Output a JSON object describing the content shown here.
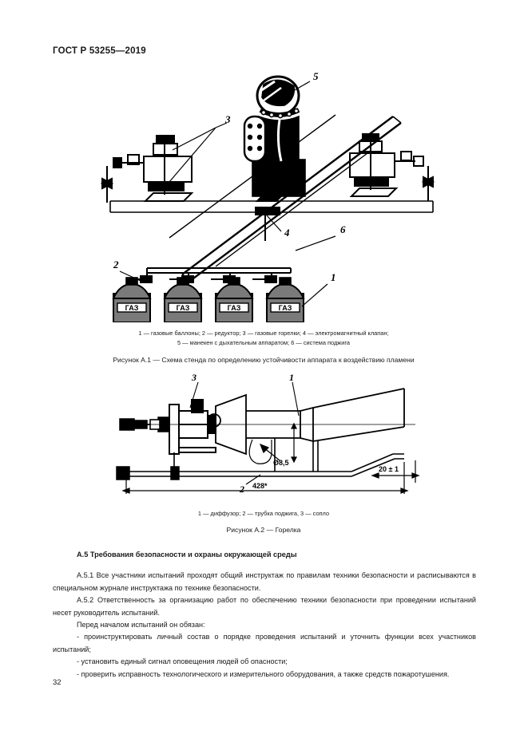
{
  "header": {
    "standard_number": "ГОСТ Р 53255—2019"
  },
  "page_number": "32",
  "figure1": {
    "name": "test-stand-scheme",
    "callouts": [
      "1",
      "2",
      "3",
      "4",
      "5",
      "6"
    ],
    "cylinder_label": "ГАЗ",
    "cylinder_count": 4,
    "legend": "1 — газовые баллоны; 2 — редуктор; 3 — газовые горелки; 4 — электромагнитный клапан; 5 — манекен с дыхательным аппаратом; 6 — система поджига",
    "legend_line1": "1 — газовые баллоны; 2 — редуктор; 3 — газовые горелки; 4 — электромагнитный клапан;",
    "legend_line2": "5 — манекен с дыхательным аппаратом; 6 — система поджига",
    "caption": "Рисунок А.1 — Схема стенда по определению устойчивости аппарата к воздействию пламени"
  },
  "figure2": {
    "name": "burner-drawing",
    "callouts": [
      "1",
      "2",
      "3"
    ],
    "dimensions": {
      "diameter": "Ø8,5",
      "length": "428*",
      "offset": "20 ± 1"
    },
    "legend": "1 — диффузор; 2 — трубка поджига, 3 — сопло",
    "caption": "Рисунок А.2 — Горелка"
  },
  "section": {
    "heading": "А.5  Требования безопасности и охраны окружающей среды",
    "paragraphs": [
      "А.5.1  Все участники испытаний проходят общий инструктаж по правилам техники безопасности и расписываются в специальном журнале инструктажа по технике безопасности.",
      "А.5.2  Ответственность за организацию работ по обеспечению техники безопасности при проведении испытаний несет руководитель испытаний.",
      "Перед началом испытаний он обязан:",
      "- проинструктировать личный состав о порядке проведения испытаний и уточнить функции всех участников испытаний;",
      "- установить единый сигнал оповещения людей об опасности;",
      "- проверить исправность технологического и измерительного оборудования, а также средств пожаротушения."
    ]
  }
}
